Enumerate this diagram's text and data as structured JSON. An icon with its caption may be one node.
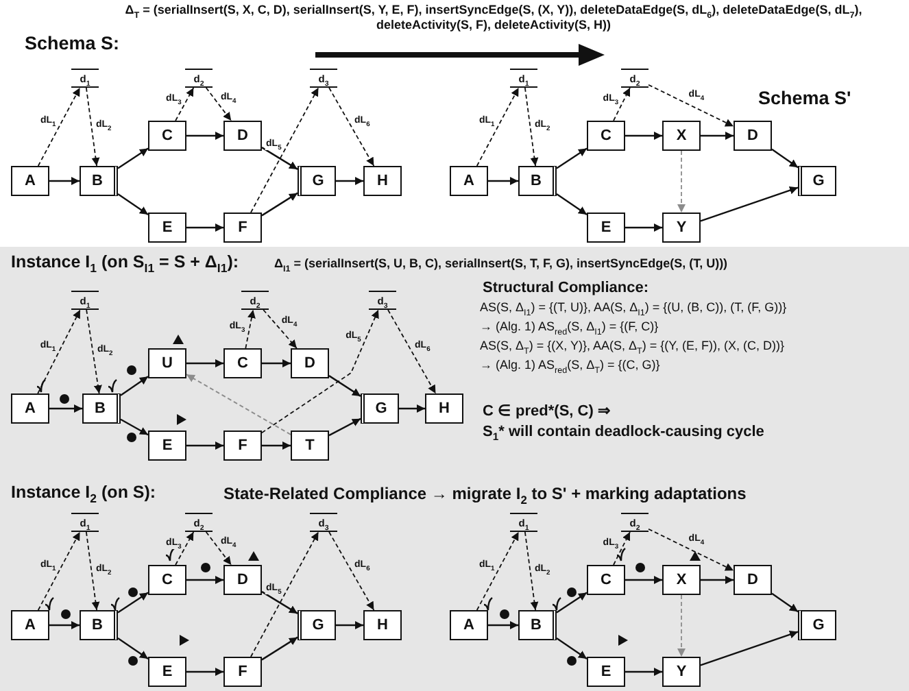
{
  "diagram": {
    "nodes": [
      {
        "text": [
          "A"
        ]
      },
      {
        "text": [
          "B"
        ]
      },
      {
        "text": [
          "C"
        ]
      },
      {
        "text": [
          "D"
        ]
      },
      {
        "text": [
          "E"
        ]
      },
      {
        "text": [
          "F"
        ]
      },
      {
        "text": [
          "G"
        ]
      },
      {
        "text": [
          "H"
        ]
      },
      {
        "text": [
          "d$_{1}$"
        ]
      },
      {
        "text": [
          "d$_{2}$"
        ]
      },
      {
        "text": [
          "d$_{3}$"
        ]
      },
      {
        "text": [
          "A"
        ]
      },
      {
        "text": [
          "B"
        ]
      },
      {
        "text": [
          "C"
        ]
      },
      {
        "text": [
          "X"
        ]
      },
      {
        "text": [
          "D"
        ]
      },
      {
        "text": [
          "E"
        ]
      },
      {
        "text": [
          "Y"
        ]
      },
      {
        "text": [
          "G"
        ]
      },
      {
        "text": [
          "d$_{1}$"
        ]
      },
      {
        "text": [
          "d$_{2}$"
        ]
      },
      {
        "text": [
          "A"
        ]
      },
      {
        "text": [
          "B"
        ]
      },
      {
        "text": [
          "U"
        ]
      },
      {
        "text": [
          "C"
        ]
      },
      {
        "text": [
          "D"
        ]
      },
      {
        "text": [
          "E"
        ]
      },
      {
        "text": [
          "F"
        ]
      },
      {
        "text": [
          "T"
        ]
      },
      {
        "text": [
          "G"
        ]
      },
      {
        "text": [
          "H"
        ]
      },
      {
        "text": [
          "d$_{1}$"
        ]
      },
      {
        "text": [
          "d$_{2}$"
        ]
      },
      {
        "text": [
          "d$_{3}$"
        ]
      },
      {
        "text": [
          "A"
        ]
      },
      {
        "text": [
          "B"
        ]
      },
      {
        "text": [
          "C"
        ]
      },
      {
        "text": [
          "D"
        ]
      },
      {
        "text": [
          "E"
        ]
      },
      {
        "text": [
          "F"
        ]
      },
      {
        "text": [
          "G"
        ]
      },
      {
        "text": [
          "H"
        ]
      },
      {
        "text": [
          "d$_{1}$"
        ]
      },
      {
        "text": [
          "d$_{2}$"
        ]
      },
      {
        "text": [
          "d$_{3}$"
        ]
      },
      {
        "text": [
          "A"
        ]
      },
      {
        "text": [
          "B"
        ]
      },
      {
        "text": [
          "C"
        ]
      },
      {
        "text": [
          "X"
        ]
      },
      {
        "text": [
          "D"
        ]
      },
      {
        "text": [
          "E"
        ]
      },
      {
        "text": [
          "Y"
        ]
      },
      {
        "text": [
          "G"
        ]
      },
      {
        "text": [
          "d$_{1}$"
        ]
      },
      {
        "text": [
          "d$_{2}$"
        ]
      }
    ],
    "edges": [
      {
        "from": 0,
        "to": 1,
        "arrow": "to"
      },
      {
        "from": 1,
        "to": 2,
        "arrow": "to"
      },
      {
        "from": 1,
        "to": 4,
        "arrow": "to"
      },
      {
        "from": 2,
        "to": 3,
        "arrow": "to"
      },
      {
        "from": 4,
        "to": 5,
        "arrow": "to"
      },
      {
        "from": 3,
        "to": 6,
        "arrow": "to"
      },
      {
        "from": 5,
        "to": 6,
        "arrow": "to"
      },
      {
        "from": 6,
        "to": 7,
        "arrow": "to"
      },
      {
        "from": 0,
        "to": 8,
        "arrow": "to",
        "label": "dL$_{1}$",
        "style": "dashed"
      },
      {
        "from": 8,
        "to": 1,
        "arrow": "to",
        "label": "dL$_{2}$",
        "style": "dashed"
      },
      {
        "from": 2,
        "to": 9,
        "arrow": "to",
        "label": "dL$_{3}$",
        "style": "dashed"
      },
      {
        "from": 9,
        "to": 3,
        "arrow": "to",
        "label": "dL$_{4}$",
        "style": "dashed"
      },
      {
        "from": 5,
        "to": 10,
        "arrow": "to",
        "label": "dL$_{5}$",
        "style": "dashed"
      },
      {
        "from": 10,
        "to": 7,
        "arrow": "to",
        "label": "dL$_{6}$",
        "style": "dashed"
      },
      {
        "from": 11,
        "to": 12,
        "arrow": "to"
      },
      {
        "from": 12,
        "to": 13,
        "arrow": "to"
      },
      {
        "from": 12,
        "to": 16,
        "arrow": "to"
      },
      {
        "from": 13,
        "to": 14,
        "arrow": "to"
      },
      {
        "from": 14,
        "to": 15,
        "arrow": "to"
      },
      {
        "from": 15,
        "to": 18,
        "arrow": "to"
      },
      {
        "from": 16,
        "to": 17,
        "arrow": "to"
      },
      {
        "from": 17,
        "to": 18,
        "arrow": "to"
      },
      {
        "from": 14,
        "to": 17,
        "arrow": "to",
        "style": "dashed",
        "color": "#8c8c8c"
      },
      {
        "from": 11,
        "to": 19,
        "arrow": "to",
        "label": "dL$_{1}$",
        "style": "dashed"
      },
      {
        "from": 19,
        "to": 12,
        "arrow": "to",
        "label": "dL$_{2}$",
        "style": "dashed"
      },
      {
        "from": 13,
        "to": 20,
        "arrow": "to",
        "label": "dL$_{3}$",
        "style": "dashed"
      },
      {
        "from": 20,
        "to": 15,
        "arrow": "to",
        "label": "dL$_{4}$",
        "style": "dashed"
      },
      {
        "from": 21,
        "to": 22,
        "arrow": "to"
      },
      {
        "from": 22,
        "to": 23,
        "arrow": "to"
      },
      {
        "from": 23,
        "to": 24,
        "arrow": "to"
      },
      {
        "from": 24,
        "to": 25,
        "arrow": "to"
      },
      {
        "from": 25,
        "to": 29,
        "arrow": "to"
      },
      {
        "from": 22,
        "to": 26,
        "arrow": "to"
      },
      {
        "from": 26,
        "to": 27,
        "arrow": "to"
      },
      {
        "from": 27,
        "to": 28,
        "arrow": "to"
      },
      {
        "from": 28,
        "to": 29,
        "arrow": "to"
      },
      {
        "from": 29,
        "to": 30,
        "arrow": "to"
      },
      {
        "from": 28,
        "to": 23,
        "arrow": "to",
        "style": "dashed",
        "color": "#8c8c8c"
      },
      {
        "from": 21,
        "to": 31,
        "arrow": "to",
        "label": "dL$_{1}$",
        "style": "dashed"
      },
      {
        "from": 31,
        "to": 22,
        "arrow": "to",
        "label": "dL$_{2}$",
        "style": "dashed"
      },
      {
        "from": 24,
        "to": 32,
        "arrow": "to",
        "label": "dL$_{3}$",
        "style": "dashed"
      },
      {
        "from": 32,
        "to": 25,
        "arrow": "to",
        "label": "dL$_{4}$",
        "style": "dashed"
      },
      {
        "from": 27,
        "to": 33,
        "arrow": "to",
        "label": "dL$_{5}$",
        "style": "dashed"
      },
      {
        "from": 33,
        "to": 30,
        "arrow": "to",
        "label": "dL$_{6}$",
        "style": "dashed"
      },
      {
        "from": 34,
        "to": 35,
        "arrow": "to"
      },
      {
        "from": 35,
        "to": 36,
        "arrow": "to"
      },
      {
        "from": 35,
        "to": 38,
        "arrow": "to"
      },
      {
        "from": 36,
        "to": 37,
        "arrow": "to"
      },
      {
        "from": 38,
        "to": 39,
        "arrow": "to"
      },
      {
        "from": 37,
        "to": 40,
        "arrow": "to"
      },
      {
        "from": 39,
        "to": 40,
        "arrow": "to"
      },
      {
        "from": 40,
        "to": 41,
        "arrow": "to"
      },
      {
        "from": 34,
        "to": 42,
        "arrow": "to",
        "label": "dL$_{1}$",
        "style": "dashed"
      },
      {
        "from": 42,
        "to": 35,
        "arrow": "to",
        "label": "dL$_{2}$",
        "style": "dashed"
      },
      {
        "from": 36,
        "to": 43,
        "arrow": "to",
        "label": "dL$_{3}$",
        "style": "dashed"
      },
      {
        "from": 43,
        "to": 37,
        "arrow": "to",
        "label": "dL$_{4}$",
        "style": "dashed"
      },
      {
        "from": 39,
        "to": 44,
        "arrow": "to",
        "label": "dL$_{5}$",
        "style": "dashed"
      },
      {
        "from": 44,
        "to": 41,
        "arrow": "to",
        "label": "dL$_{6}$",
        "style": "dashed"
      },
      {
        "from": 45,
        "to": 46,
        "arrow": "to"
      },
      {
        "from": 46,
        "to": 47,
        "arrow": "to"
      },
      {
        "from": 46,
        "to": 50,
        "arrow": "to"
      },
      {
        "from": 47,
        "to": 48,
        "arrow": "to"
      },
      {
        "from": 48,
        "to": 49,
        "arrow": "to"
      },
      {
        "from": 49,
        "to": 52,
        "arrow": "to"
      },
      {
        "from": 50,
        "to": 51,
        "arrow": "to"
      },
      {
        "from": 51,
        "to": 52,
        "arrow": "to"
      },
      {
        "from": 48,
        "to": 51,
        "arrow": "to",
        "style": "dashed",
        "color": "#8c8c8c"
      },
      {
        "from": 45,
        "to": 53,
        "arrow": "to",
        "label": "dL$_{1}$",
        "style": "dashed"
      },
      {
        "from": 53,
        "to": 46,
        "arrow": "to",
        "label": "dL$_{2}$",
        "style": "dashed"
      },
      {
        "from": 47,
        "to": 54,
        "arrow": "to",
        "label": "dL$_{3}$",
        "style": "dashed"
      },
      {
        "from": 54,
        "to": 49,
        "arrow": "to",
        "label": "dL$_{4}$",
        "style": "dashed"
      }
    ],
    "labels": [
      "Δ$_{T}$ = (serialInsert(S, X, C, D), serialInsert(S, Y, E, F), insertSyncEdge(S, (X, Y)), deleteDataEdge(S, dL$_{6}$), deleteDataEdge(S, dL$_{7}$), deleteActivity(S, F), deleteActivity(S, H))",
      "Schema S:",
      "Schema S'",
      "Instance I$_{1}$ (on S$_{I1}$ = S + Δ$_{I1}$):",
      "Δ$_{I1}$ = (serialInsert(S, U, B, C), serialInsert(S, T, F, G), insertSyncEdge(S, (T, U)))",
      "Structural Compliance:",
      "AS(S, Δ$_{I1}$) = {(T, U)}, AA(S, Δ$_{I1}$) = {(U, (B, C)), (T, (F, G))}",
      "→ (Alg. 1) AS$_{red}$(S, Δ$_{I1}$) = {(F, C)}",
      "AS(S, Δ$_{T}$) = {(X, Y)}, AA(S, Δ$_{T}$) = {(Y, (E, F)), (X, (C, D))}",
      "→ (Alg. 1) AS$_{red}$(S, Δ$_{T}$) = {(C, G)}",
      "C ∈ pred*(S, C) ⇒",
      "S$_{1}$* will contain deadlock-causing cycle",
      "Instance I$_{2}$ (on S):",
      "State-Related Compliance → migrate I$_{2}$ to S' + marking adaptations"
    ]
  }
}
